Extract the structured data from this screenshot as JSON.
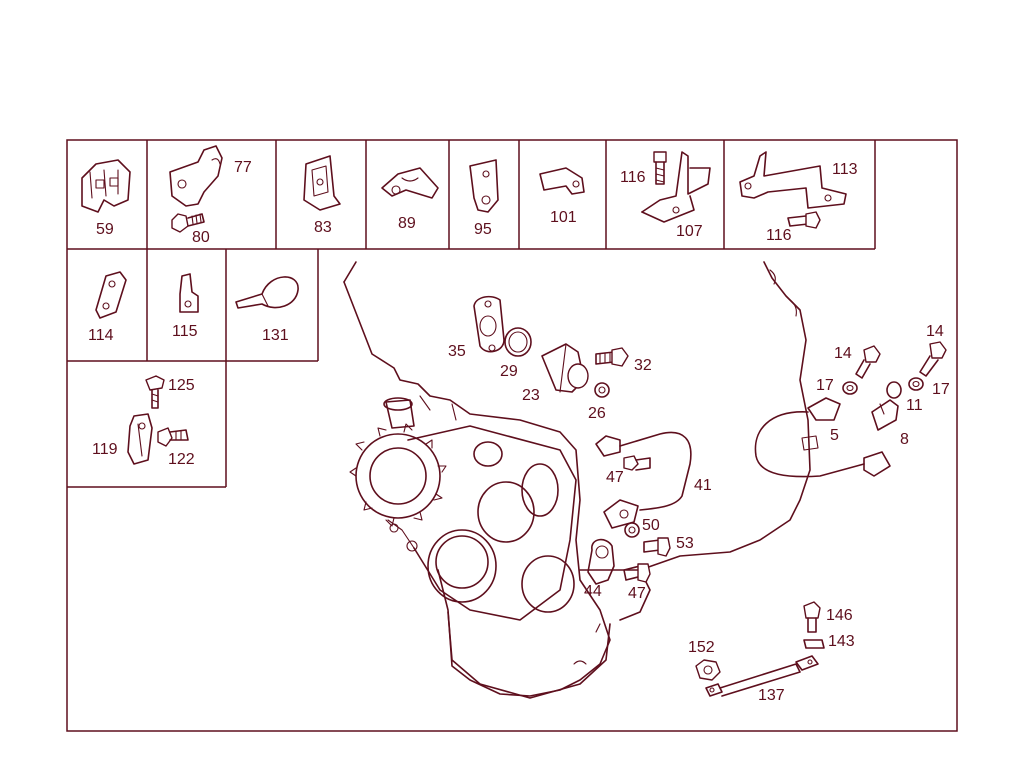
{
  "colors": {
    "ink": "#5e0f1d",
    "background": "#ffffff"
  },
  "labels": {
    "l59": "59",
    "l77": "77",
    "l80": "80",
    "l83": "83",
    "l89": "89",
    "l95": "95",
    "l101": "101",
    "l116a": "116",
    "l107": "107",
    "l113": "113",
    "l116b": "116",
    "l114": "114",
    "l115": "115",
    "l131": "131",
    "l125": "125",
    "l119": "119",
    "l122": "122",
    "l35": "35",
    "l29": "29",
    "l23": "23",
    "l32": "32",
    "l26": "26",
    "l14a": "14",
    "l14b": "14",
    "l17a": "17",
    "l17b": "17",
    "l11": "11",
    "l5": "5",
    "l8": "8",
    "l47a": "47",
    "l41": "41",
    "l50": "50",
    "l53": "53",
    "l44": "44",
    "l47b": "47",
    "l146": "146",
    "l143": "143",
    "l152": "152",
    "l137": "137"
  }
}
